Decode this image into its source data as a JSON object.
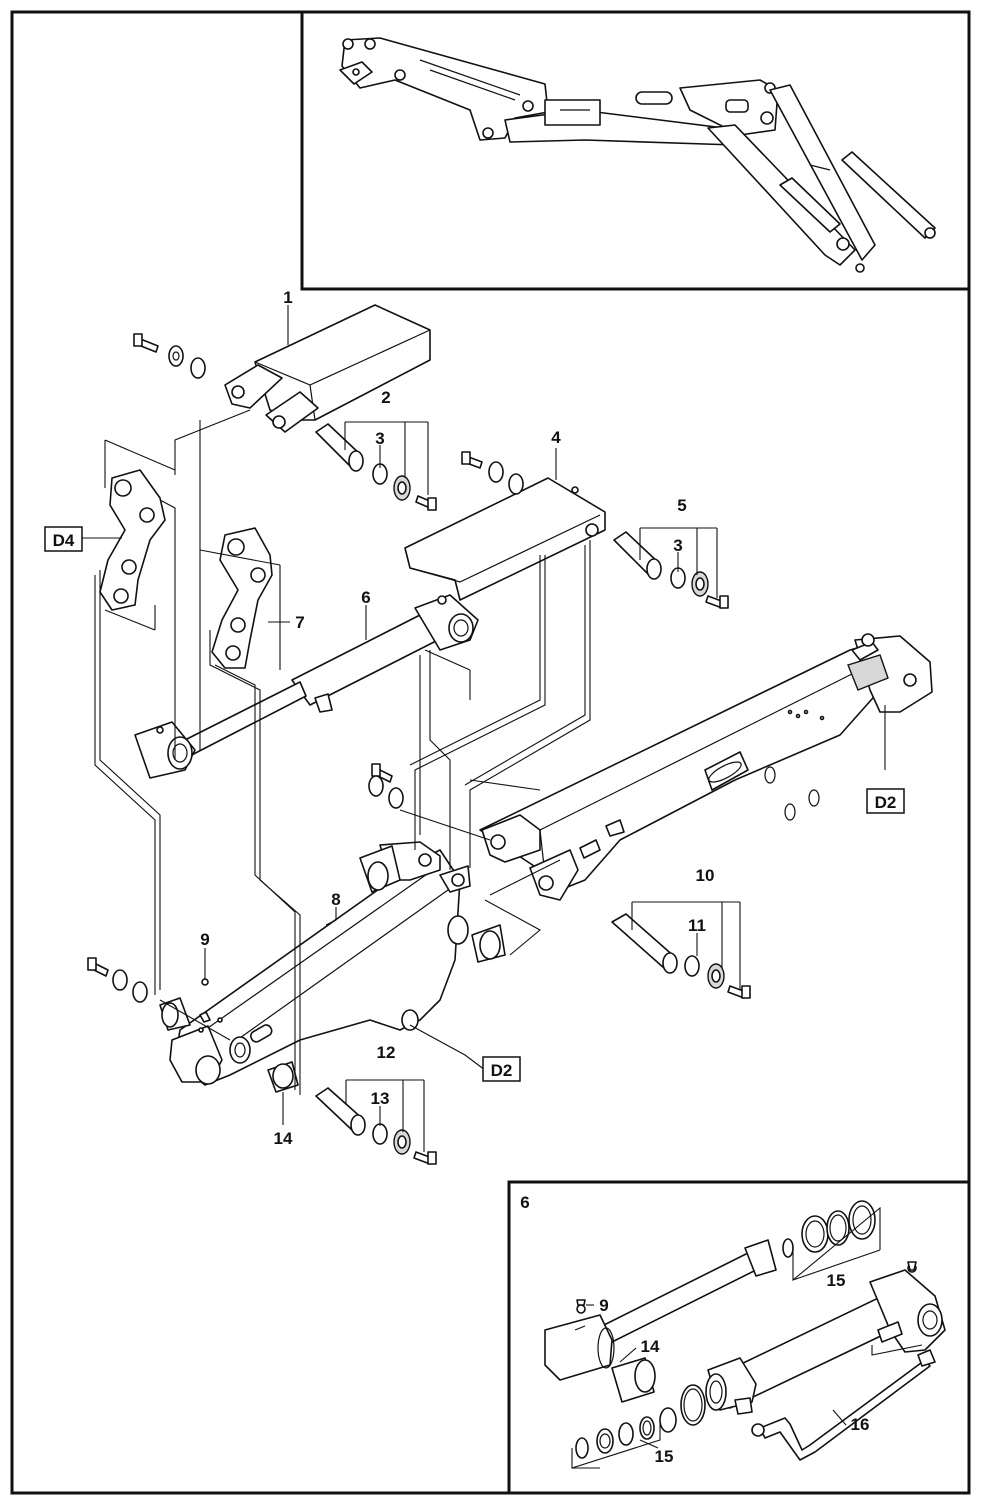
{
  "callouts": {
    "c1": "1",
    "c2": "2",
    "c3a": "3",
    "c4": "4",
    "c5": "5",
    "c3b": "3",
    "c6": "6",
    "c7": "7",
    "c8": "8",
    "c9": "9",
    "c10": "10",
    "c11": "11",
    "c12": "12",
    "c13": "13",
    "c14": "14"
  },
  "refs": {
    "d4": "D4",
    "d2a": "D2",
    "d2b": "D2"
  },
  "detail": {
    "title": "6",
    "c9": "9",
    "c14": "14",
    "c15a": "15",
    "c15b": "15",
    "c16": "16"
  }
}
